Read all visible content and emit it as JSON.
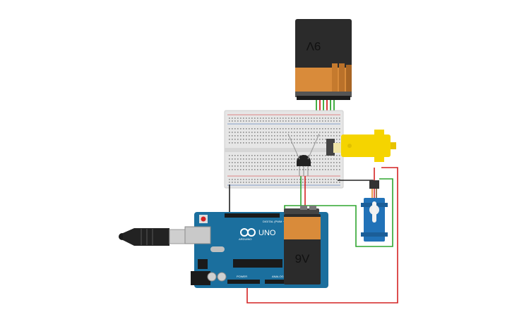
{
  "battery_top": {
    "label": "9V"
  },
  "battery_bottom": {
    "label": "9V"
  },
  "arduino": {
    "model_label": "UNO",
    "brand_label": "ARDUINO",
    "digital_label": "DIGITAL (PWM ~)",
    "power_label": "POWER",
    "analog_label": "ANALOG IN",
    "board_color": "#1b6f9e"
  },
  "colors": {
    "battery_black": "#2b2b2b",
    "battery_copper": "#d98b3a",
    "breadboard": "#e6e6e6",
    "wire_green": "#2fa52f",
    "wire_red": "#d42222",
    "wire_black": "#222222",
    "motor_yellow": "#f5d400",
    "servo_blue": "#2172b8"
  },
  "icons": [
    "usb-plug-icon",
    "arduino-logo-icon",
    "transistor-icon",
    "dc-motor-icon",
    "servo-icon"
  ]
}
